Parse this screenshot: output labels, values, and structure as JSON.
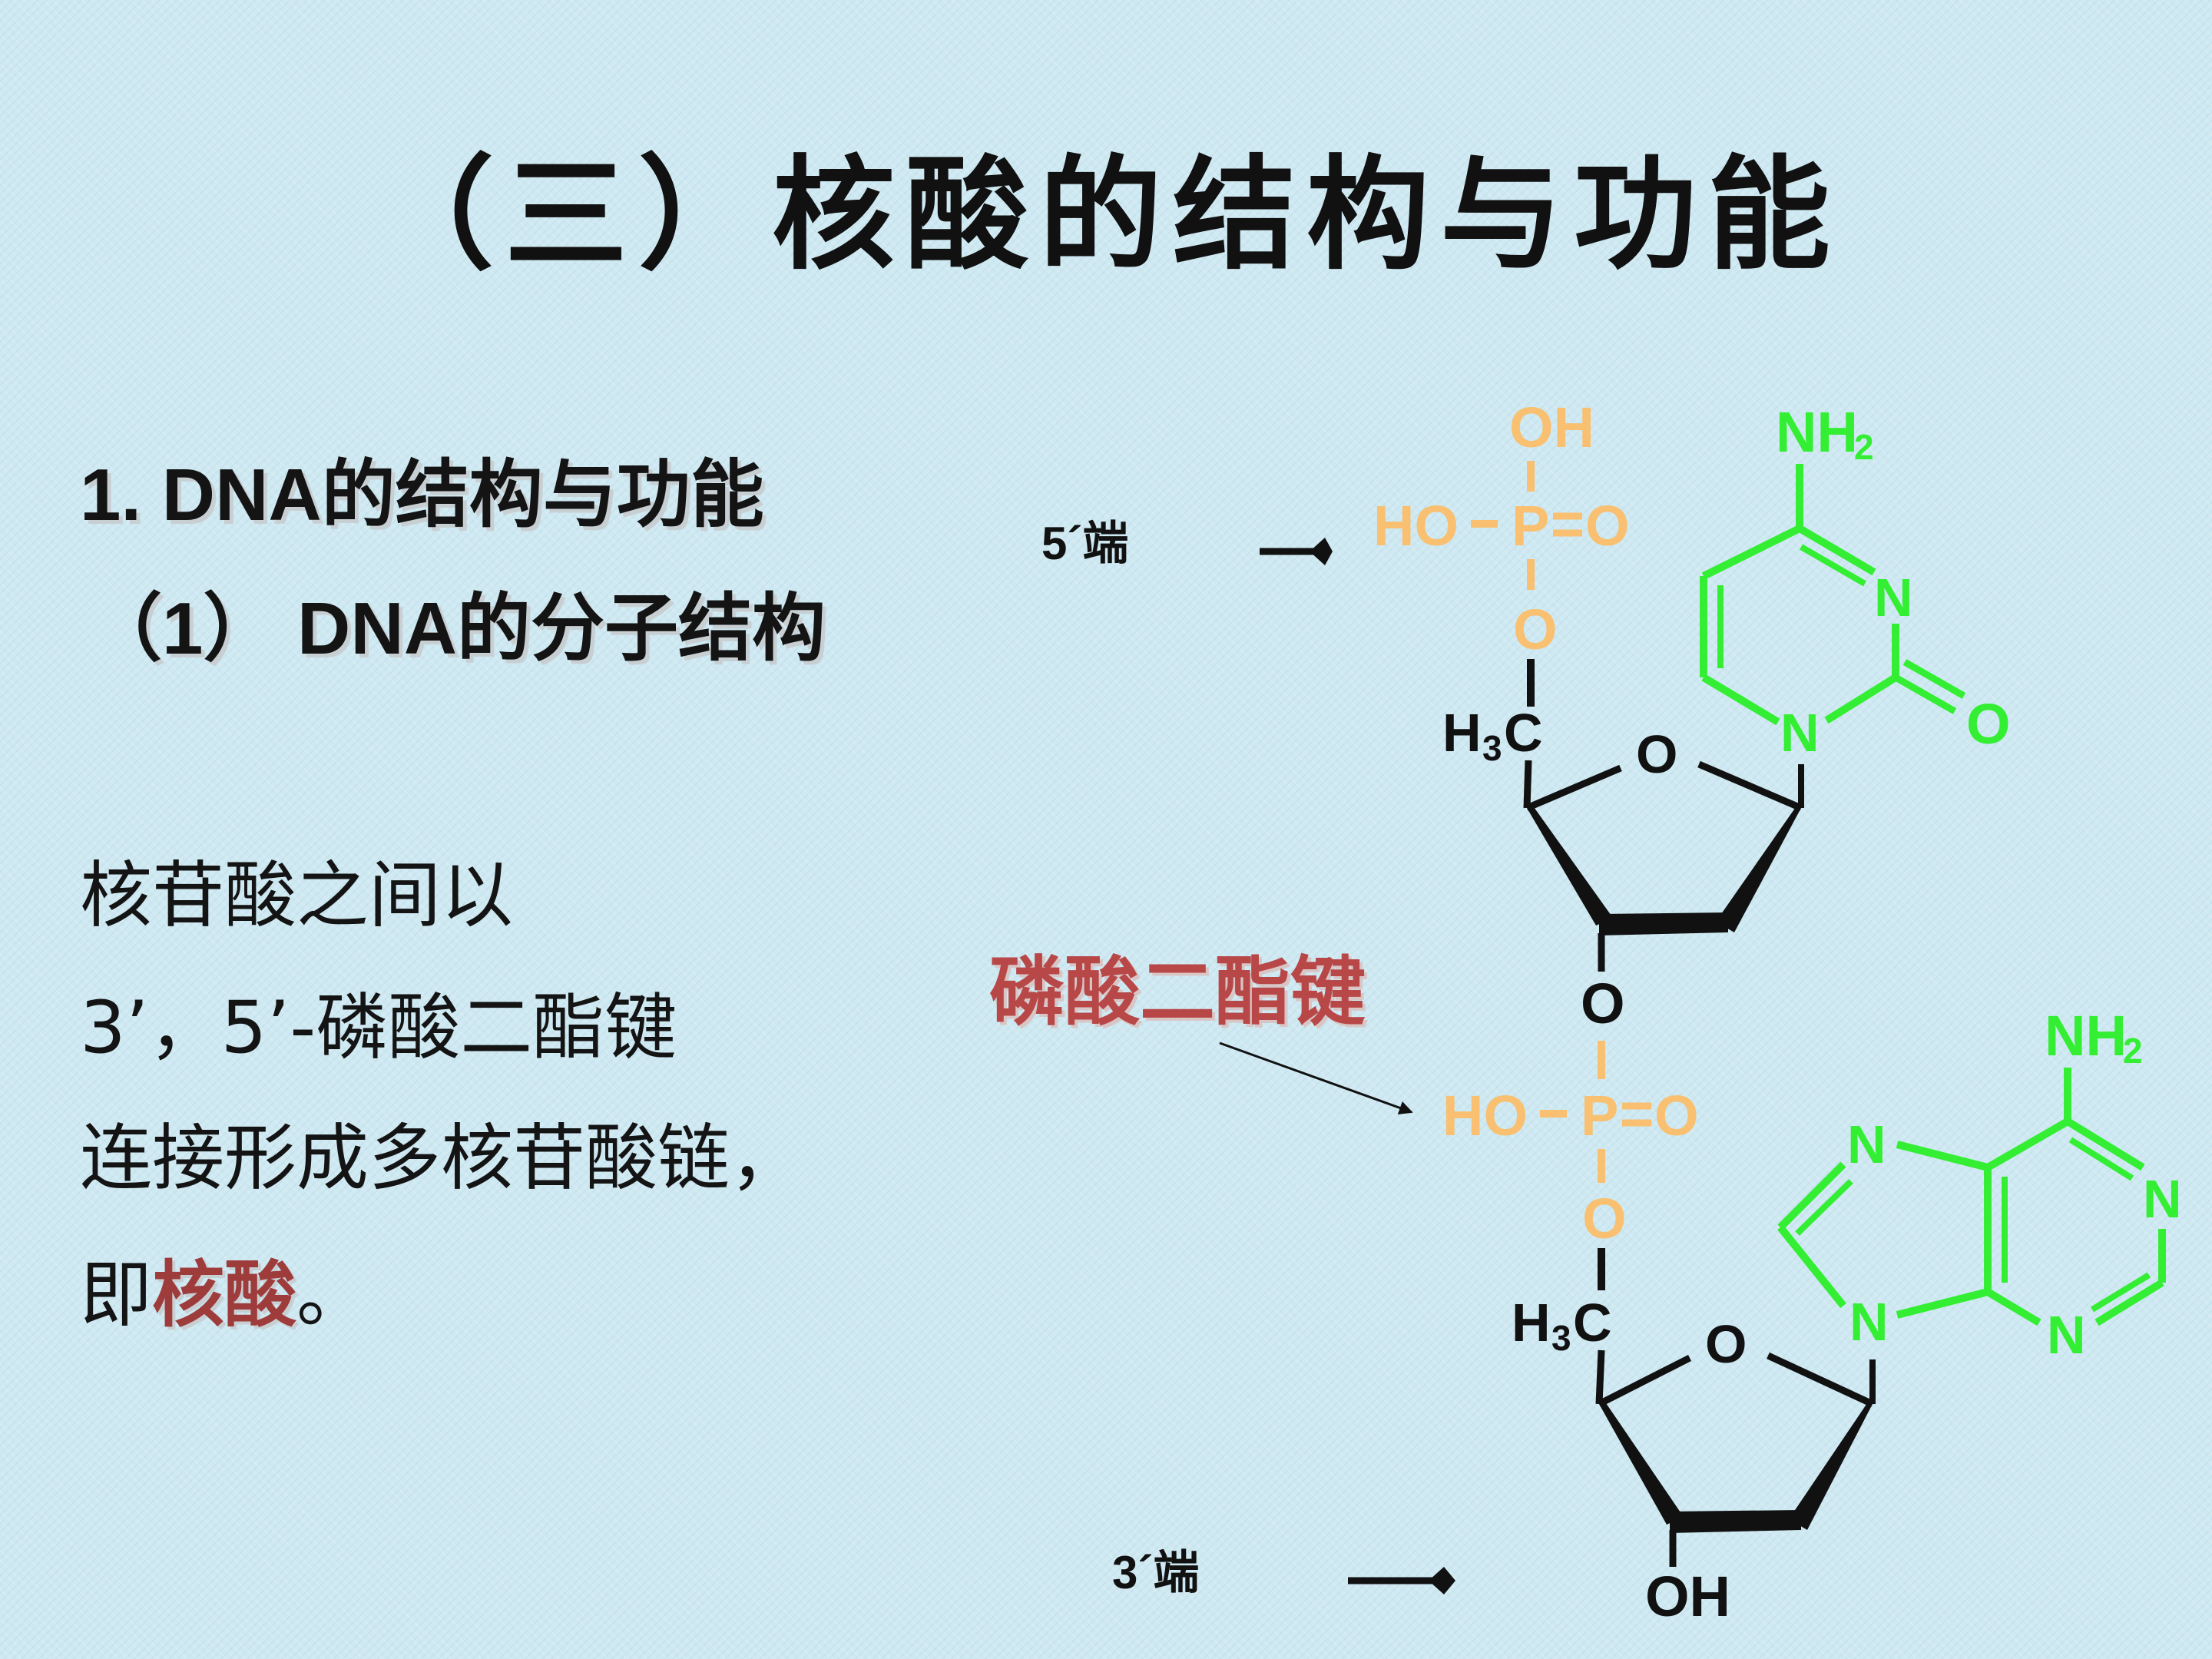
{
  "title": "（三）核酸的结构与功能",
  "heading1": "1. DNA的结构与功能",
  "heading2": "（1） DNA的分子结构",
  "paragraph": {
    "line1": "核苷酸之间以",
    "line2": "3’，5’-磷酸二酯键",
    "line3": "连接形成多核苷酸链，",
    "line4_prefix": "即",
    "line4_highlight": "核酸",
    "line4_suffix": "。"
  },
  "diagram": {
    "bond_label": "磷酸二酯键",
    "end5_label": "5´端",
    "end3_label": "3´端",
    "atoms": {
      "OH": "OH",
      "HO": "HO",
      "P": "P",
      "O": "O",
      "N": "N",
      "NH2_main": "NH",
      "NH2_sub": "2",
      "H3C_h": "H",
      "H3C_sub": "3",
      "H3C_c": "C"
    },
    "colors": {
      "phosphate": "#f8c070",
      "base": "#33ee33",
      "sugar": "#111111",
      "label_red": "#b84848"
    }
  }
}
